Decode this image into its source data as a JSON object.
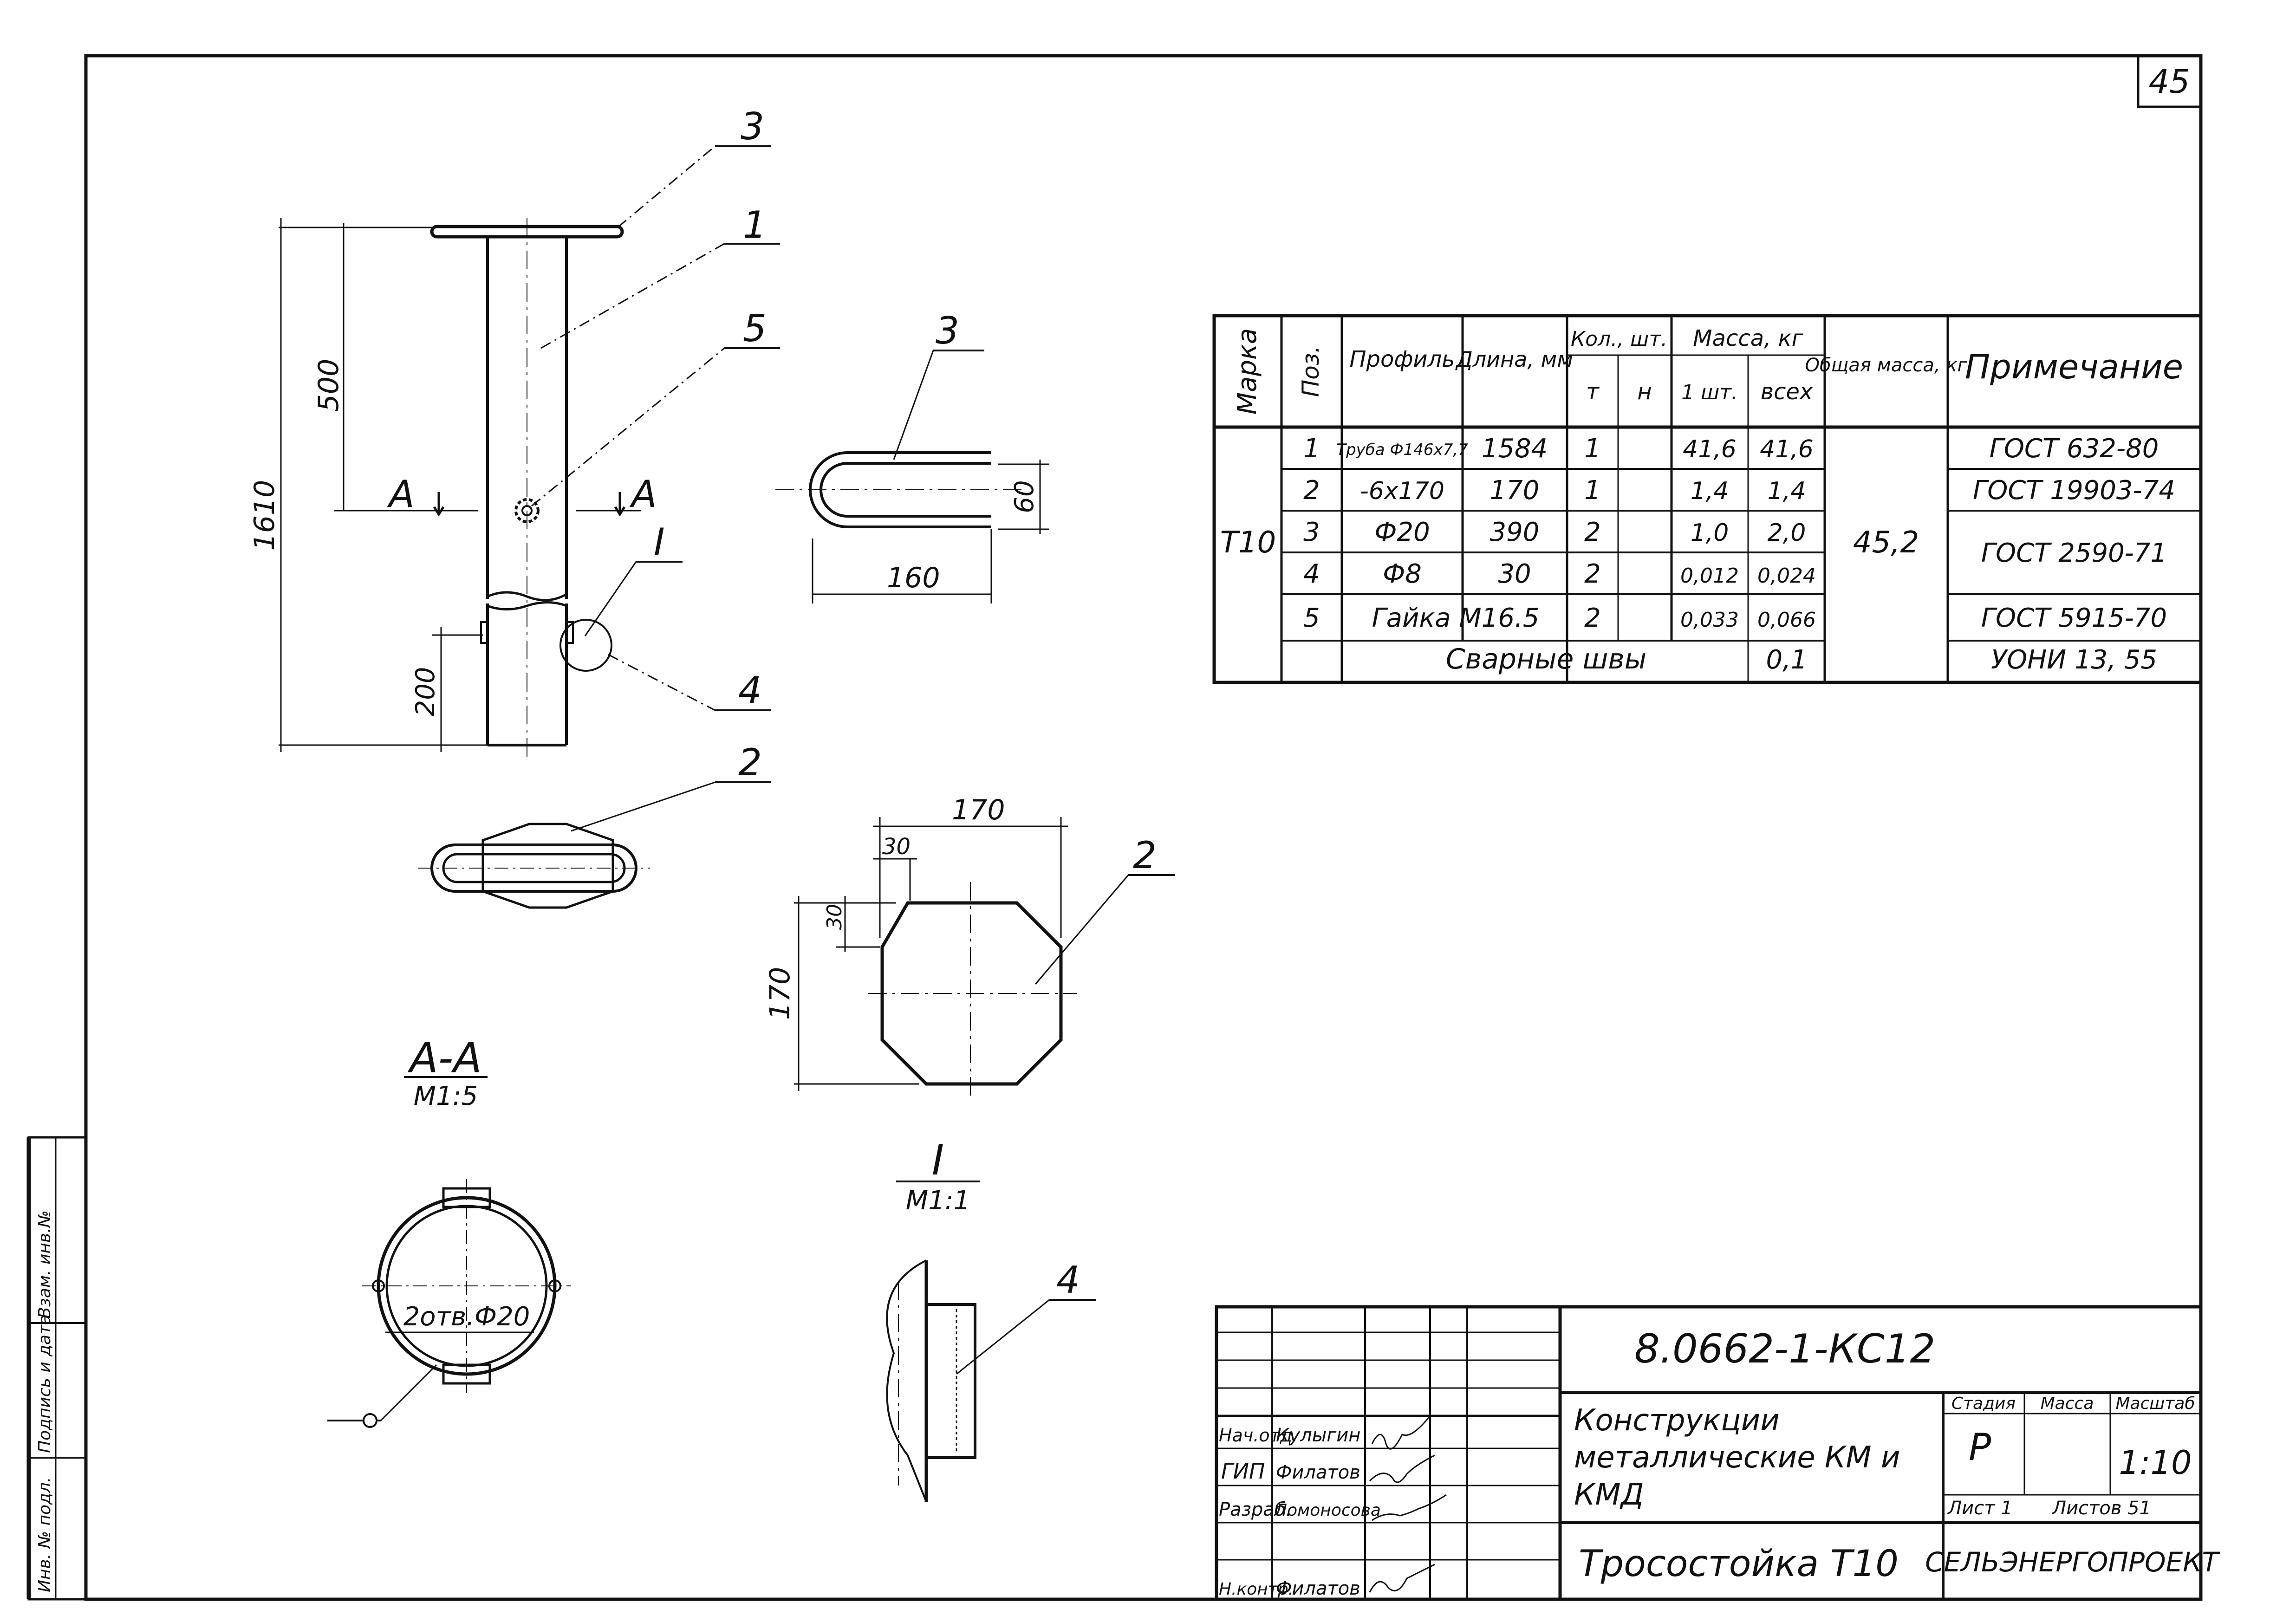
{
  "sheet_number": "45",
  "drawing_code": "8.0662-1-КС12",
  "callouts": {
    "c1": "1",
    "c2": "2",
    "c3": "3",
    "c4": "4",
    "c5": "5",
    "detail": "I",
    "section_mark": "А"
  },
  "dimensions": {
    "overall_height": "1610",
    "top_to_section": "500",
    "bottom_zone": "200",
    "clamp_width": "160",
    "clamp_height": "60",
    "plate_width": "170",
    "plate_height": "170",
    "chamfer_x": "30",
    "chamfer_y": "30",
    "holes_note": "2отв.Ф20"
  },
  "views": {
    "section_title": "А-А",
    "section_scale": "М1:5",
    "detail_title": "I",
    "detail_scale": "М1:1"
  },
  "spec_table": {
    "headers": {
      "mark": "Марка",
      "pos": "Поз.",
      "profile": "Профиль",
      "length": "Длина, мм",
      "qty": "Кол., шт.",
      "qty_t": "т",
      "qty_n": "н",
      "mass": "Масса, кг",
      "mass_one": "1 шт.",
      "mass_all": "всех",
      "total": "Общая масса, кг",
      "note": "Примечание"
    },
    "mark": "Т10",
    "total_mass": "45,2",
    "rows": [
      {
        "pos": "1",
        "profile": "Труба Ф146х7,7",
        "length": "1584",
        "qty": "1",
        "one": "41,6",
        "all": "41,6",
        "note": "ГОСТ 632-80"
      },
      {
        "pos": "2",
        "profile": "-6х170",
        "length": "170",
        "qty": "1",
        "one": "1,4",
        "all": "1,4",
        "note": "ГОСТ 19903-74"
      },
      {
        "pos": "3",
        "profile": "Ф20",
        "length": "390",
        "qty": "2",
        "one": "1,0",
        "all": "2,0",
        "note": "ГОСТ 2590-71"
      },
      {
        "pos": "4",
        "profile": "Ф8",
        "length": "30",
        "qty": "2",
        "one": "0,012",
        "all": "0,024",
        "note": ""
      },
      {
        "pos": "5",
        "profile": "Гайка М16.5",
        "length": "",
        "qty": "2",
        "one": "0,033",
        "all": "0,066",
        "note": "ГОСТ 5915-70"
      }
    ],
    "welds_label": "Сварные швы",
    "welds_mass": "0,1",
    "welds_note": "УОНИ 13, 55"
  },
  "title_block": {
    "roles": [
      "Нач.отд.",
      "ГИП",
      "Разраб.",
      "Н.контр."
    ],
    "names": [
      "Кулыгин",
      "Филатов",
      "Ломоносова",
      "Филатов"
    ],
    "project_title": "Конструкции металлические КМ и КМД",
    "drawing_title": "Тросостойка Т10",
    "stage_label": "Стадия",
    "mass_label": "Масса",
    "scale_label": "Масштаб",
    "stage_value": "Р",
    "scale_value": "1:10",
    "sheet_label": "Лист 1",
    "sheets_label": "Листов 51",
    "organization": "СЕЛЬЭНЕРГОПРОЕКТ"
  },
  "side_stamp": [
    "Инв. № подл.",
    "Подпись и дата",
    "Взам. инв.№"
  ]
}
